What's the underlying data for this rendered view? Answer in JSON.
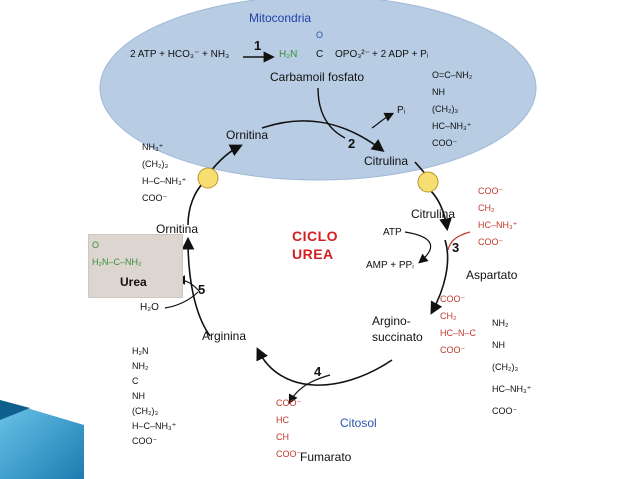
{
  "titles": {
    "mitochondria": "Mitocondria",
    "cytosol": "Citosol",
    "cycle_line1": "CICLO",
    "cycle_line2": "UREA"
  },
  "reaction1": {
    "left": "2 ATP + HCO₃⁻ + NH₃",
    "product_amine": "H₂N",
    "product_carbon": "C",
    "product_phosphate": "OPO₃²⁻",
    "byproducts": "+ 2 ADP + Pᵢ",
    "carbonyl_o": "O"
  },
  "metabolites": {
    "carbamoil": "Carbamoil fosfato",
    "ornitina_mito": "Ornitina",
    "citrulina_mito": "Citrulina",
    "citrulina_cyto": "Citrulina",
    "ornitina_cyto": "Ornitina",
    "aspartato": "Aspartato",
    "argino_line1": "Argino-",
    "argino_line2": "succinato",
    "arginina": "Arginina",
    "fumarato": "Fumarato",
    "urea": "Urea"
  },
  "cofactors": {
    "pi": "Pᵢ",
    "atp": "ATP",
    "amp_ppi": "AMP + PPᵢ",
    "h2o": "H₂O"
  },
  "steps": [
    "1",
    "2",
    "3",
    "4",
    "5"
  ],
  "structures": {
    "ornitina": [
      "NH₃⁺",
      "(CH₂)₃",
      "H–C–NH₃⁺",
      "COO⁻"
    ],
    "citrulina_top": [
      "O=C–NH₂",
      "NH",
      "(CH₂)₃",
      "HC–NH₃⁺",
      "COO⁻"
    ],
    "aspartato": [
      "COO⁻",
      "CH₂",
      "HC–NH₃⁺",
      "COO⁻"
    ],
    "urea_struct": [
      "O",
      "H₂N–C–NH₂"
    ],
    "argininosuccinato_left": [
      "COO⁻",
      "CH₂",
      "HC–N–C",
      "COO⁻"
    ],
    "argininosuccinato_right": [
      "NH₂",
      "NH",
      "(CH₂)₃",
      "HC–NH₃⁺",
      "COO⁻"
    ],
    "arginina": [
      "H₂N",
      "NH₂",
      "C",
      "NH",
      "(CH₂)₃",
      "H–C–NH₃⁺",
      "COO⁻"
    ],
    "fumarato": [
      "COO⁻",
      "HC",
      "CH",
      "COO⁻"
    ]
  },
  "colors": {
    "mito_fill": "#b8cde4",
    "blue_text": "#1f3fa6",
    "green": "#3a8f3a",
    "red": "#c0392b",
    "transporter": "#f6de73",
    "accent_teal": "#2a9ac8"
  }
}
